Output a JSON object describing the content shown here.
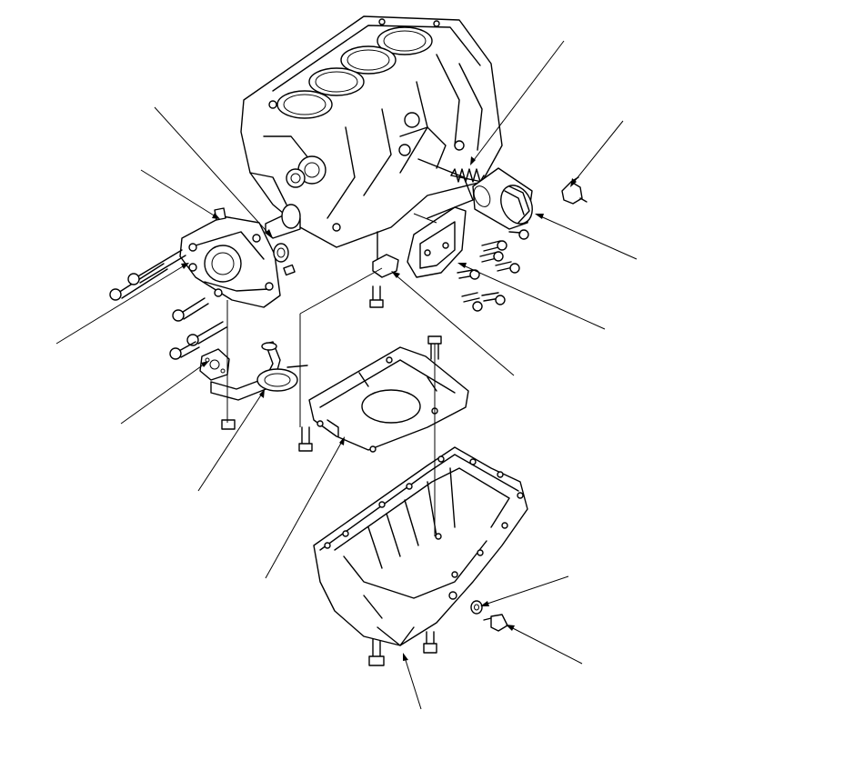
{
  "diagram": {
    "parts": [
      {
        "id": "cylinder-block"
      },
      {
        "id": "oil-pump"
      },
      {
        "id": "o-ring"
      },
      {
        "id": "dowel-pin"
      },
      {
        "id": "oil-pressure-relief-spring"
      },
      {
        "id": "oil-filter"
      },
      {
        "id": "oil-pressure-switch"
      },
      {
        "id": "baffle-plate-side"
      },
      {
        "id": "oil-screen-gasket"
      },
      {
        "id": "oil-strainer"
      },
      {
        "id": "baffle-plate"
      },
      {
        "id": "oil-pan"
      },
      {
        "id": "drain-washer"
      },
      {
        "id": "drain-bolt"
      },
      {
        "id": "oil-filter-feed-pipe"
      }
    ],
    "callout_count": 16
  }
}
